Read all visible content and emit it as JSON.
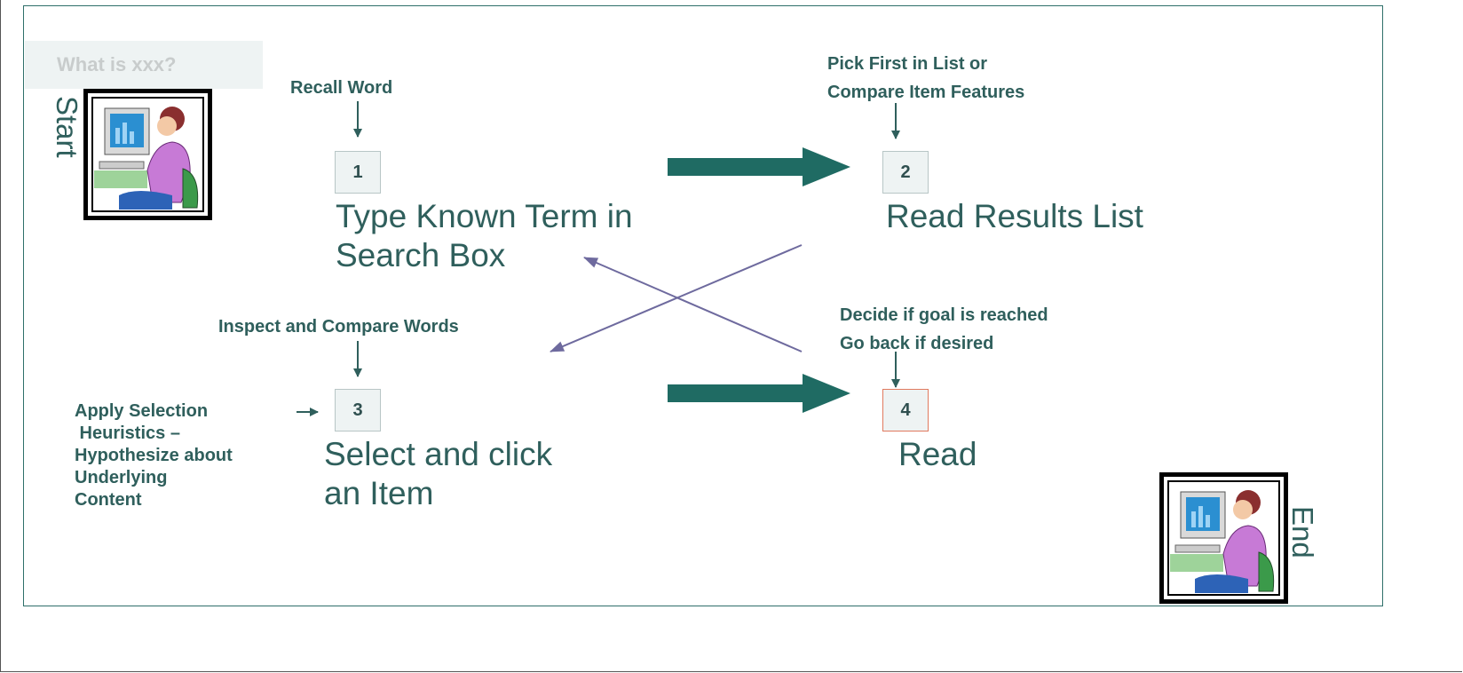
{
  "callout": "What is xxx?",
  "start_label": "Start",
  "end_label": "End",
  "notes": {
    "recall": "Recall Word",
    "pick_1": "Pick First in List or",
    "pick_2": "Compare Item Features",
    "inspect": "Inspect and Compare Words",
    "decide_1": "Decide if goal is reached",
    "decide_2": "Go back if desired",
    "apply_1": "Apply Selection",
    "apply_2": " Heuristics –",
    "apply_3": "Hypothesize about",
    "apply_4": "Underlying",
    "apply_5": "Content"
  },
  "steps": [
    {
      "number": "1",
      "line1": "Type Known Term in",
      "line2": "Search Box"
    },
    {
      "number": "2",
      "line1": "Read Results List"
    },
    {
      "number": "3",
      "line1": "Select and click",
      "line2": "an Item"
    },
    {
      "number": "4",
      "line1": "Read"
    }
  ],
  "colors": {
    "teal": "#2f6f6a",
    "arrow_line": "#6e6a9e",
    "highlight_border": "#e07a5f"
  },
  "icons": [
    "person-at-computer-icon"
  ]
}
